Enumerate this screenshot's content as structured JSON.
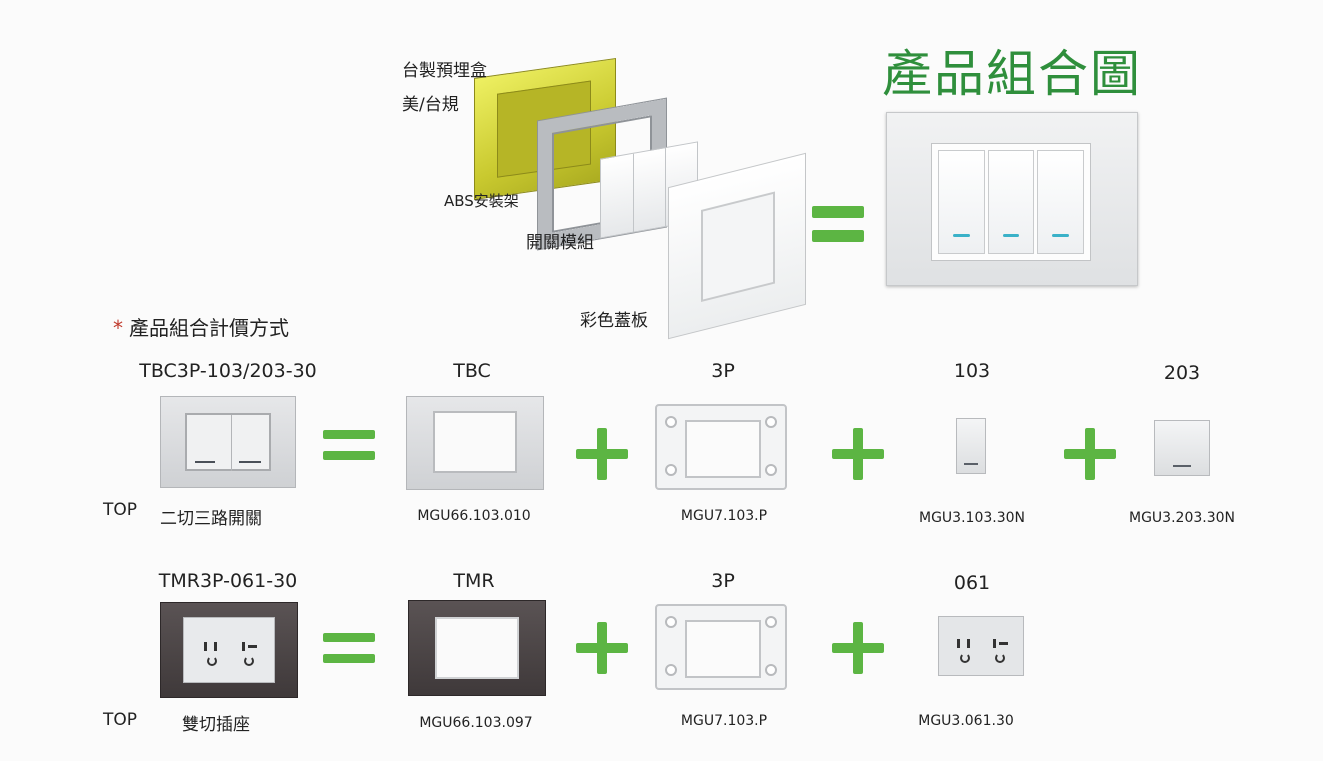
{
  "assembly": {
    "title": "產品組合圖",
    "labels": {
      "box": "台製預埋盒",
      "box_spec": "美/台規",
      "frame": "ABS安裝架",
      "module": "開關模組",
      "cover": "彩色蓋板"
    }
  },
  "pricing": {
    "star": "*",
    "title": "產品組合計價方式"
  },
  "rows": [
    {
      "product_code": "TBC3P-103/203-30",
      "brand": "TOP",
      "description": "二切三路開關",
      "components": [
        {
          "code": "TBC",
          "part": "MGU66.103.010"
        },
        {
          "code": "3P",
          "part": "MGU7.103.P"
        },
        {
          "code": "103",
          "part": "MGU3.103.30N"
        },
        {
          "code": "203",
          "part": "MGU3.203.30N"
        }
      ]
    },
    {
      "product_code": "TMR3P-061-30",
      "brand": "TOP",
      "description": "雙切插座",
      "components": [
        {
          "code": "TMR",
          "part": "MGU66.103.097"
        },
        {
          "code": "3P",
          "part": "MGU7.103.P"
        },
        {
          "code": "061",
          "part": "MGU3.061.30"
        }
      ]
    }
  ],
  "colors": {
    "accent_green": "#5cb543",
    "title_green": "#2f8f3c",
    "star_red": "#c0392b"
  }
}
